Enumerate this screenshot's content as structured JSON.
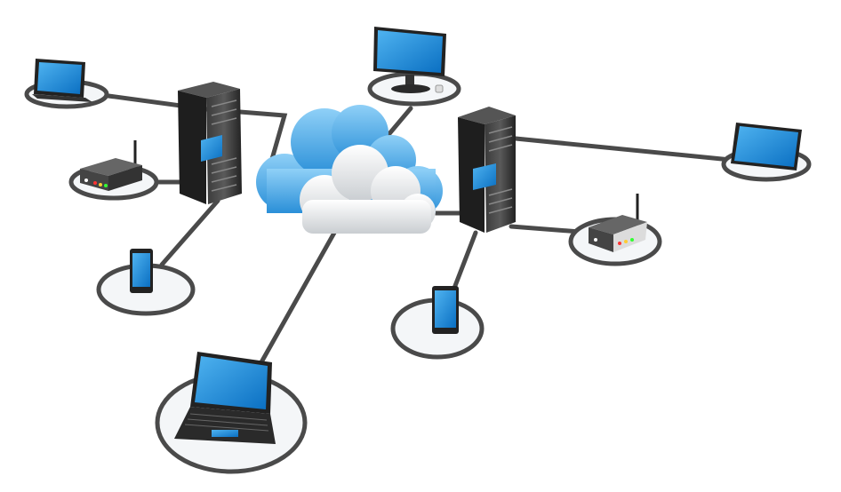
{
  "colors": {
    "background": "#ffffff",
    "screen_blue": "#1e90e0",
    "cable_gray": "#4a4a4a",
    "device_dark": "#2b2b2b",
    "cloud_blue": "#4aa8e6",
    "cloud_white": "#e6e8ea"
  },
  "nodes": [
    {
      "type": "cloud",
      "icon": "cloud-icon"
    },
    {
      "type": "server",
      "icon": "server-rack-icon"
    },
    {
      "type": "server",
      "icon": "server-rack-icon"
    },
    {
      "type": "monitor",
      "icon": "desktop-monitor-icon"
    },
    {
      "type": "laptop",
      "icon": "laptop-icon"
    },
    {
      "type": "laptop",
      "icon": "laptop-icon"
    },
    {
      "type": "laptop",
      "icon": "laptop-icon"
    },
    {
      "type": "router",
      "icon": "wifi-router-icon"
    },
    {
      "type": "router",
      "icon": "wifi-router-icon"
    },
    {
      "type": "smartphone",
      "icon": "smartphone-icon"
    },
    {
      "type": "smartphone",
      "icon": "smartphone-icon"
    }
  ]
}
